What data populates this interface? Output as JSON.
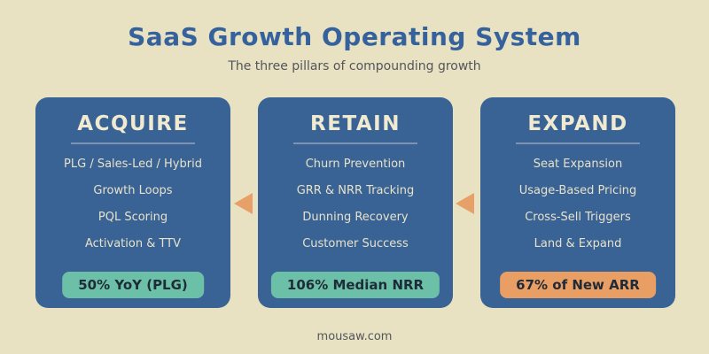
{
  "page": {
    "title": "SaaS Growth Operating System",
    "subtitle": "The three pillars of compounding growth",
    "footer": "mousaw.com"
  },
  "colors": {
    "background": "#e8e2c3",
    "card_background": "#3a6395",
    "heading_blue": "#35629c",
    "card_text_cream": "#e7e2c9",
    "divider": "#7e93b1",
    "badge_teal": "#6cc0a8",
    "badge_orange": "#e99e63",
    "badge_text": "#1f2b38",
    "arrow_orange": "#e8a069",
    "muted_text": "#53555a"
  },
  "pillars": [
    {
      "title": "ACQUIRE",
      "items": [
        "PLG / Sales-Led / Hybrid",
        "Growth Loops",
        "PQL Scoring",
        "Activation & TTV"
      ],
      "badge": "50% YoY (PLG)",
      "badge_color": "#6cc0a8"
    },
    {
      "title": "RETAIN",
      "items": [
        "Churn Prevention",
        "GRR & NRR Tracking",
        "Dunning Recovery",
        "Customer Success"
      ],
      "badge": "106% Median NRR",
      "badge_color": "#6cc0a8"
    },
    {
      "title": "EXPAND",
      "items": [
        "Seat Expansion",
        "Usage-Based Pricing",
        "Cross-Sell Triggers",
        "Land & Expand"
      ],
      "badge": "67% of New ARR",
      "badge_color": "#e99e63"
    }
  ],
  "arrows": [
    {
      "name": "arrow-retain-to-acquire",
      "direction": "left"
    },
    {
      "name": "arrow-expand-to-retain",
      "direction": "left"
    }
  ]
}
